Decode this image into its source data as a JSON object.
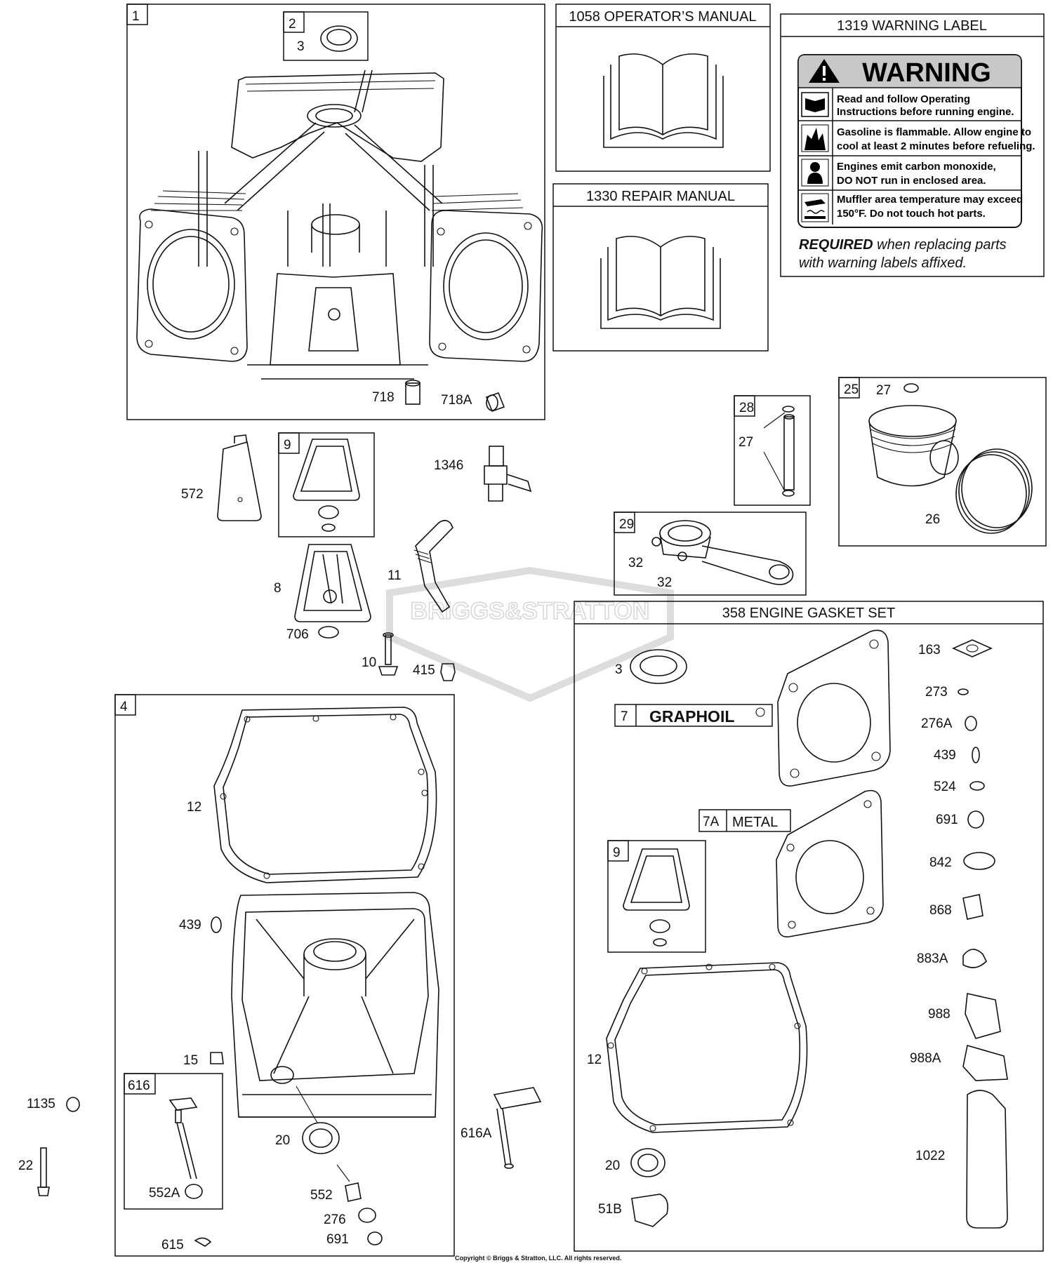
{
  "watermark": "BRIGGS&STRATTON",
  "copyright": "Copyright © Briggs & Stratton, LLC. All rights reserved.",
  "boxes": {
    "box1": "1",
    "box2": "2",
    "box9a": "9",
    "box28": "28",
    "box25": "25",
    "box29": "29",
    "box4": "4",
    "box616": "616",
    "box9b": "9"
  },
  "panels": {
    "operators_manual": "1058 OPERATOR’S MANUAL",
    "repair_manual": "1330 REPAIR MANUAL",
    "warning_label": "1319 WARNING LABEL",
    "gasket_set": "358 ENGINE GASKET SET"
  },
  "warning": {
    "title": "WARNING",
    "line1a": "Read and follow Operating",
    "line1b": "Instructions before running engine.",
    "line2a": "Gasoline is flammable. Allow engine to",
    "line2b": "cool at least 2 minutes before refueling.",
    "line3a": "Engines emit carbon monoxide,",
    "line3b": "DO NOT run in enclosed area.",
    "line4a": "Muffler area temperature may exceed",
    "line4b": "150°F.  Do not touch hot parts.",
    "req_bold": "REQUIRED",
    "req_rest1": " when replacing parts",
    "req_rest2": "with warning labels affixed."
  },
  "tags": {
    "t7": "7",
    "graphoil": "GRAPHOIL",
    "t7a": "7A",
    "metal": "METAL"
  },
  "labels": {
    "p3": "3",
    "p718": "718",
    "p718a": "718A",
    "p572": "572",
    "p1346": "1346",
    "p8": "8",
    "p11": "11",
    "p706": "706",
    "p10": "10",
    "p415": "415",
    "p27a": "27",
    "p27b": "27",
    "p26": "26",
    "p32a": "32",
    "p32b": "32",
    "p12a": "12",
    "p439a": "439",
    "p15": "15",
    "p20a": "20",
    "p552": "552",
    "p276": "276",
    "p691a": "691",
    "p552a": "552A",
    "p615": "615",
    "p1135": "1135",
    "p22": "22",
    "p616a": "616A",
    "g3": "3",
    "g163": "163",
    "g273": "273",
    "g276a": "276A",
    "g439": "439",
    "g524": "524",
    "g691": "691",
    "g842": "842",
    "g868": "868",
    "g883a": "883A",
    "g988": "988",
    "g988a": "988A",
    "g1022": "1022",
    "g12": "12",
    "g20": "20",
    "g51b": "51B"
  }
}
